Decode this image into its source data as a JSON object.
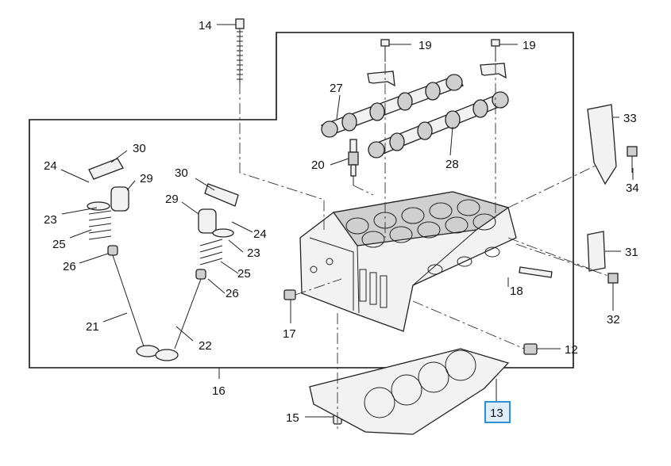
{
  "callouts": {
    "c12": "12",
    "c13": "13",
    "c14": "14",
    "c15": "15",
    "c16": "16",
    "c17": "17",
    "c18": "18",
    "c19a": "19",
    "c19b": "19",
    "c20": "20",
    "c21": "21",
    "c22": "22",
    "c23a": "23",
    "c23b": "23",
    "c24a": "24",
    "c24b": "24",
    "c25a": "25",
    "c25b": "25",
    "c26a": "26",
    "c26b": "26",
    "c27": "27",
    "c28": "28",
    "c29a": "29",
    "c29b": "29",
    "c30a": "30",
    "c30b": "30",
    "c31": "31",
    "c32": "32",
    "c33": "33",
    "c34": "34"
  },
  "highlighted_callout": "13",
  "colors": {
    "highlight_fill": "#dfeefb",
    "highlight_border": "#2f8fd8",
    "line": "#222222"
  }
}
